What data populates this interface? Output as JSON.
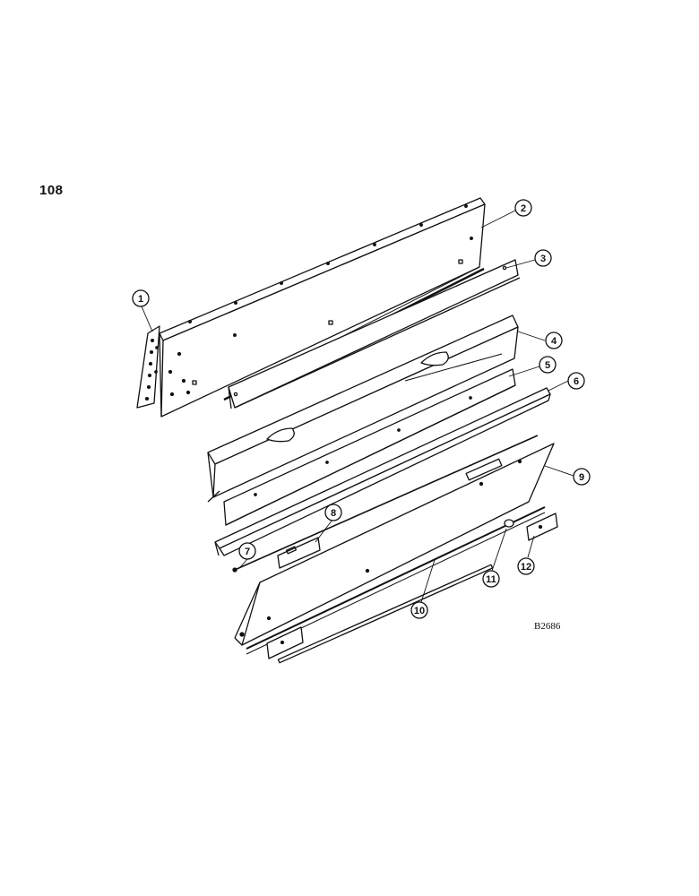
{
  "page": {
    "number": "108",
    "drawing_code": "B2686"
  },
  "callouts": [
    {
      "id": "callout-1",
      "label": "1"
    },
    {
      "id": "callout-2",
      "label": "2"
    },
    {
      "id": "callout-3",
      "label": "3"
    },
    {
      "id": "callout-4",
      "label": "4"
    },
    {
      "id": "callout-5",
      "label": "5"
    },
    {
      "id": "callout-6",
      "label": "6"
    },
    {
      "id": "callout-7",
      "label": "7"
    },
    {
      "id": "callout-8",
      "label": "8"
    },
    {
      "id": "callout-9",
      "label": "9"
    },
    {
      "id": "callout-10",
      "label": "10"
    },
    {
      "id": "callout-11",
      "label": "11"
    },
    {
      "id": "callout-12",
      "label": "12"
    }
  ]
}
